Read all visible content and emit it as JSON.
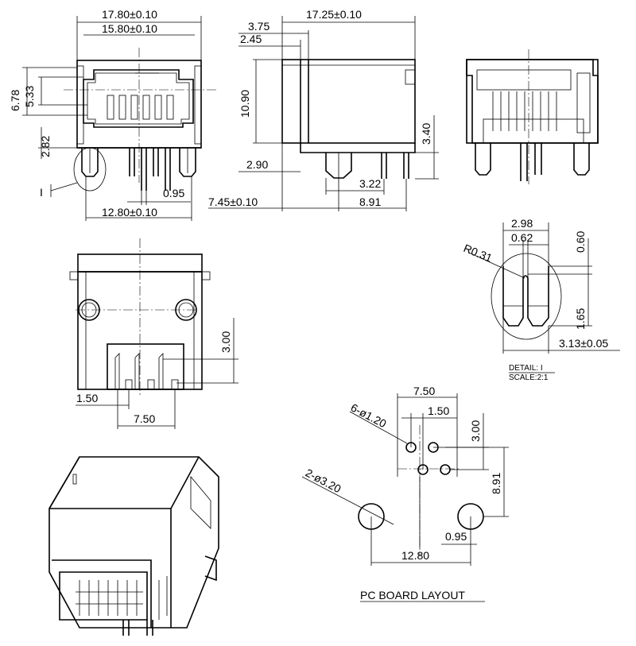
{
  "front_view": {
    "dims": [
      "17.80±0.10",
      "15.80±0.10",
      "6.78",
      "5.33",
      "2.82",
      "12.80±0.10",
      "0.95"
    ],
    "detail_marker": "I"
  },
  "side_view": {
    "dims": [
      "17.25±0.10",
      "3.75",
      "2.45",
      "10.90",
      "3.40",
      "2.90",
      "3.22",
      "7.45±0.10",
      "8.91"
    ]
  },
  "bottom_view": {
    "dims": [
      "3.00",
      "1.50",
      "7.50"
    ]
  },
  "detail": {
    "dims": [
      "2.98",
      "0.62",
      "0.60",
      "R0.31",
      "1.65",
      "3.13±0.05"
    ],
    "title": "DETAIL: I",
    "scale": "SCALE:2:1"
  },
  "pcb_layout": {
    "dims": [
      "7.50",
      "1.50",
      "6-ø1.20",
      "3.00",
      "2-ø3.20",
      "8.91",
      "0.95",
      "12.80"
    ],
    "title": "PC BOARD LAYOUT"
  }
}
